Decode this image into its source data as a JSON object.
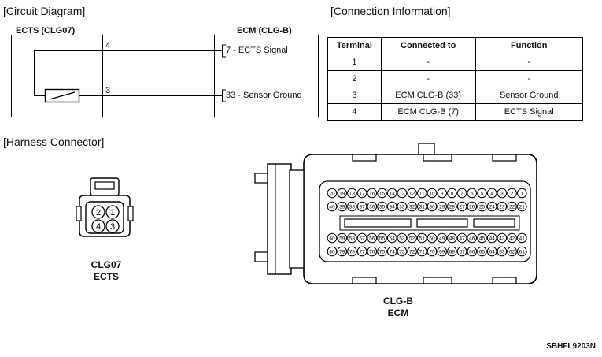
{
  "sections": {
    "circuit_diagram": "[Circuit Diagram]",
    "connection_information": "[Connection Information]",
    "harness_connector": "[Harness Connector]"
  },
  "circuit": {
    "sensor_title": "ECTS (CLG07)",
    "ecm_title": "ECM (CLG-B)",
    "pin_4": "4",
    "pin_3": "3",
    "ecm_pin_7": "7 - ECTS Signal",
    "ecm_pin_33": "33 - Sensor Ground"
  },
  "connection_table": {
    "headers": [
      "Terminal",
      "Connected to",
      "Function"
    ],
    "rows": [
      [
        "1",
        "-",
        "-"
      ],
      [
        "2",
        "-",
        "-"
      ],
      [
        "3",
        "ECM CLG-B (33)",
        "Sensor Ground"
      ],
      [
        "4",
        "ECM CLG-B (7)",
        "ECTS Signal"
      ]
    ]
  },
  "small_connector": {
    "pins": [
      "2",
      "1",
      "4",
      "3"
    ],
    "code": "CLG07",
    "name": "ECTS"
  },
  "ecm_connector": {
    "code": "CLG-B",
    "name": "ECM",
    "row1": [
      "20",
      "19",
      "18",
      "17",
      "16",
      "15",
      "14",
      "13",
      "12",
      "11",
      "10",
      "9",
      "8",
      "7",
      "6",
      "5",
      "4",
      "3",
      "2",
      "1"
    ],
    "row2": [
      "40",
      "39",
      "38",
      "37",
      "36",
      "35",
      "34",
      "33",
      "32",
      "31",
      "30",
      "29",
      "28",
      "27",
      "26",
      "25",
      "24",
      "23",
      "22",
      "21"
    ],
    "row3": [
      "60",
      "59",
      "58",
      "57",
      "56",
      "55",
      "54",
      "53",
      "52",
      "51",
      "50",
      "49",
      "48",
      "47",
      "46",
      "45",
      "44",
      "43",
      "42",
      "41"
    ],
    "row4": [
      "80",
      "79",
      "78",
      "77",
      "76",
      "75",
      "74",
      "73",
      "72",
      "71",
      "70",
      "69",
      "68",
      "67",
      "66",
      "65",
      "64",
      "63",
      "62",
      "61"
    ]
  },
  "figure_code": "SBHFL9203N"
}
